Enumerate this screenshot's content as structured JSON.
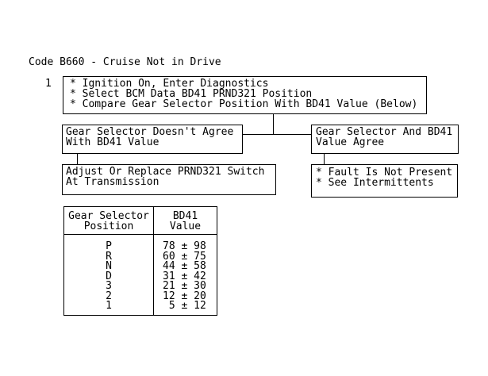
{
  "colors": {
    "background": "#ffffff",
    "ink": "#000000"
  },
  "header": {
    "title": "Code B660 - Cruise Not in Drive"
  },
  "flowchart": {
    "step_number": "1",
    "step_box": {
      "lines": [
        "* Ignition On, Enter Diagnostics",
        "* Select BCM Data BD41 PRND321 Position",
        "* Compare Gear Selector Position With BD41 Value (Below)"
      ]
    },
    "branch_no": {
      "lines": [
        "Gear Selector Doesn't Agree",
        "With BD41 Value"
      ]
    },
    "branch_yes": {
      "lines": [
        "Gear Selector And BD41",
        "Value Agree"
      ]
    },
    "action_no": {
      "lines": [
        "Adjust Or Replace PRND321 Switch",
        "At Transmission"
      ]
    },
    "action_yes": {
      "lines": [
        "* Fault Is Not Present",
        "* See Intermittents"
      ]
    }
  },
  "table": {
    "col1_header": {
      "line1": "Gear Selector",
      "line2": "Position"
    },
    "col2_header": {
      "line1": "BD41",
      "line2": "Value"
    },
    "rows": [
      {
        "gear": "P",
        "value": "78 ± 98"
      },
      {
        "gear": "R",
        "value": "60 ± 75"
      },
      {
        "gear": "N",
        "value": "44 ± 58"
      },
      {
        "gear": "D",
        "value": "31 ± 42"
      },
      {
        "gear": "3",
        "value": "21 ± 30"
      },
      {
        "gear": "2",
        "value": "12 ± 20"
      },
      {
        "gear": "1",
        "value": " 5 ± 12"
      }
    ]
  }
}
